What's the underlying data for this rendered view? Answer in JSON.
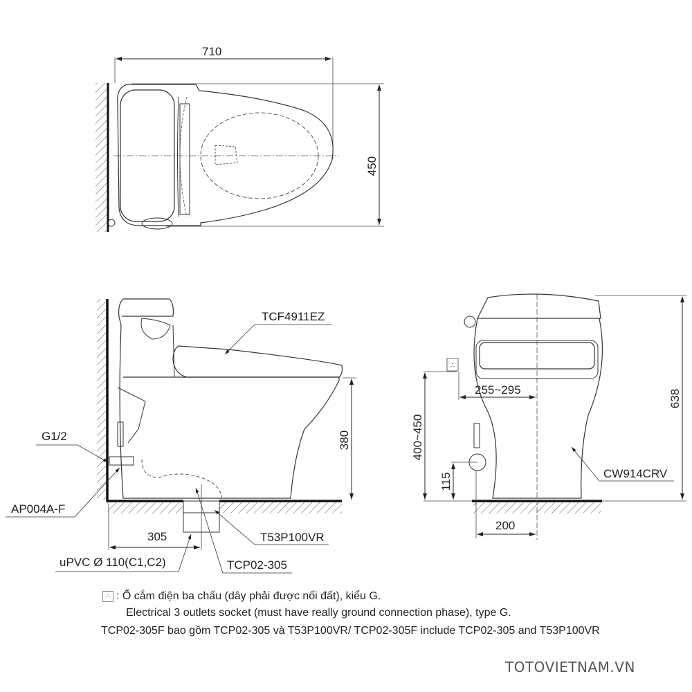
{
  "top_view": {
    "width_dim": "710",
    "depth_dim": "450"
  },
  "side_view": {
    "seat_label": "TCF4911EZ",
    "seat_height_dim": "380",
    "inlet_label": "G1/2",
    "valve_label": "AP004A-F",
    "rough_in_dim": "305",
    "pipe_label": "uPVC Ø 110(C1,C2)",
    "adapter_label": "TCP02-305",
    "flange_label": "T53P100VR"
  },
  "front_view": {
    "socket_offset_dim": "255~295",
    "socket_height_dim": "400~450",
    "total_height_dim": "638",
    "inlet_height_dim": "115",
    "inlet_offset_dim": "200",
    "body_label": "CW914CRV"
  },
  "notes": {
    "socket_symbol": "∴",
    "line1": ": Ổ cắm điện ba chấu (dây phải được nối đất), kiểu G.",
    "line2": "Electrical 3 outlets socket (must have really ground connection phase), type G.",
    "line3": "TCP02-305F bao gồm TCP02-305 và T53P100VR/ TCP02-305F include TCP02-305 and T53P100VR"
  },
  "watermark": "TOTOVIETNAM.VN"
}
